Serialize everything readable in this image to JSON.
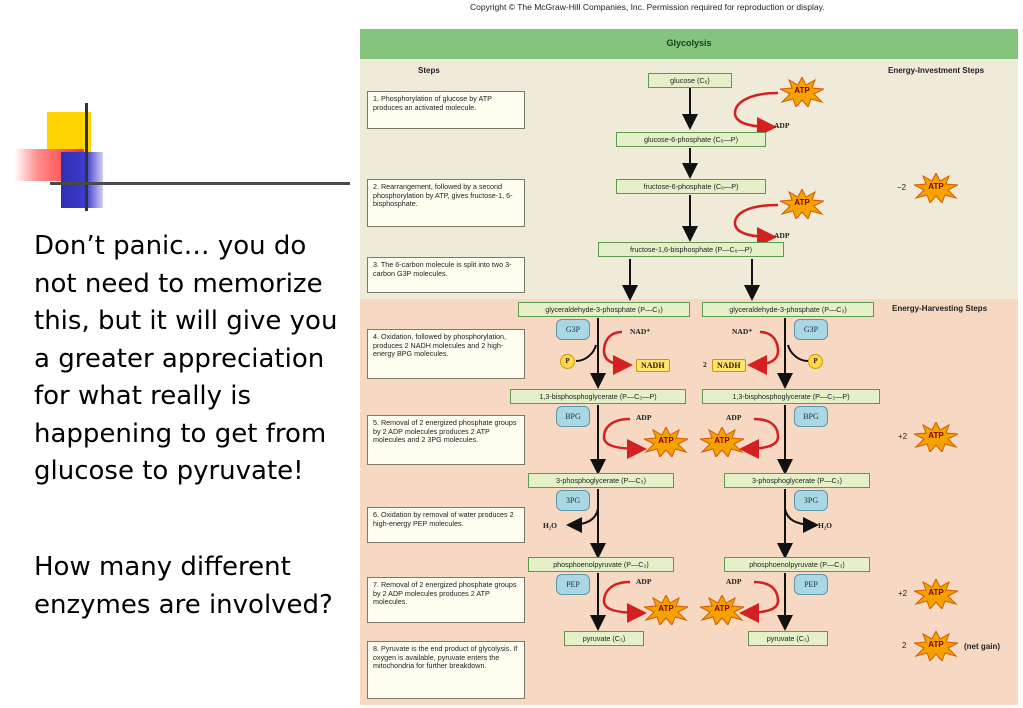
{
  "slide": {
    "paragraph1": "Don’t panic… you do not need to memorize this, but it will give you a greater appreciation for what really is happening to get from glucose to pyruvate!",
    "paragraph2": "How many different enzymes are involved?"
  },
  "figure": {
    "copyright": "Copyright © The McGraw-Hill Companies, Inc. Permission required for reproduction or display.",
    "title": "Glycolysis",
    "steps_heading": "Steps",
    "invest_heading": "Energy-Investment Steps",
    "harvest_heading": "Energy-Harvesting Steps",
    "steps": [
      "1. Phosphorylation of glucose by ATP produces an activated molecule.",
      "2. Rearrangement, followed by a second phosphorylation by ATP, gives fructose-1, 6-bisphosphate.",
      "3. The 6-carbon molecule is split into two 3-carbon G3P molecules.",
      "4. Oxidation, followed by phosphorylation, produces 2 NADH molecules and 2 high-energy BPG molecules.",
      "5. Removal of 2 energized phosphate groups by 2 ADP molecules produces 2 ATP molecules and 2 3PG molecules.",
      "6. Oxidation by removal of water produces 2 high-energy PEP molecules.",
      "7. Removal of 2 energized phosphate groups by 2 ADP molecules produces 2 ATP molecules.",
      "8. Pyruvate is the end product of glycolysis. If oxygen is available, pyruvate enters the mitochondria for further breakdown."
    ],
    "molecules": {
      "glucose": "glucose (C₆)",
      "g6p": "glucose-6-phosphate (C₆—P)",
      "f6p": "fructose-6-phosphate (C₆—P)",
      "f16bp": "fructose-1,6-bisphosphate (P—C₆—P)",
      "gap": "glyceraldehyde-3-phosphate (P—C₃)",
      "bpg": "1,3-bisphosphoglycerate (P—C₃—P)",
      "pg3": "3-phosphoglycerate (P—C₃)",
      "pep": "phosphoenolpyruvate (P—C₃)",
      "pyruvate": "pyruvate (C₃)"
    },
    "pills": {
      "g3p": "G3P",
      "bpg": "BPG",
      "pg3": "3PG",
      "pep": "PEP"
    },
    "labels": {
      "atp": "ATP",
      "adp": "ADP",
      "nad": "NAD⁺",
      "nadh": "NADH",
      "two_nadh": "2",
      "p": "P",
      "h2o": "H₂O"
    },
    "energy": {
      "minus2": "−2",
      "plus2": "+2",
      "two": "2",
      "net_gain": "(net gain)"
    }
  },
  "colors": {
    "header_band": "#85c47c",
    "invest_band": "#f0ead9",
    "harvest_band": "#f6d8c3",
    "arrow_red": "#d42020",
    "atp_burst": "#f5a100"
  }
}
